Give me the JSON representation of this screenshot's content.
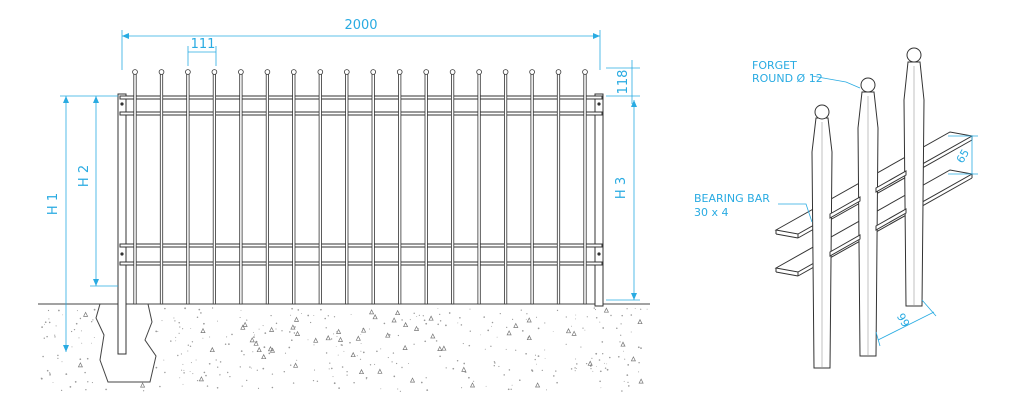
{
  "dimensions": {
    "width": "2000",
    "spacing": "111",
    "top_offset": "118",
    "h1": "H 1",
    "h2": "H 2",
    "h3": "H 3",
    "bar_gap": "65",
    "post_gap": "99"
  },
  "callouts": {
    "finial_line1": "FORGET",
    "finial_line2": "ROUND Ø 12",
    "bar_line1": "BEARING BAR",
    "bar_line2": "30 x 4"
  },
  "colors": {
    "dimension": "#29abe2",
    "outline": "#333333"
  }
}
